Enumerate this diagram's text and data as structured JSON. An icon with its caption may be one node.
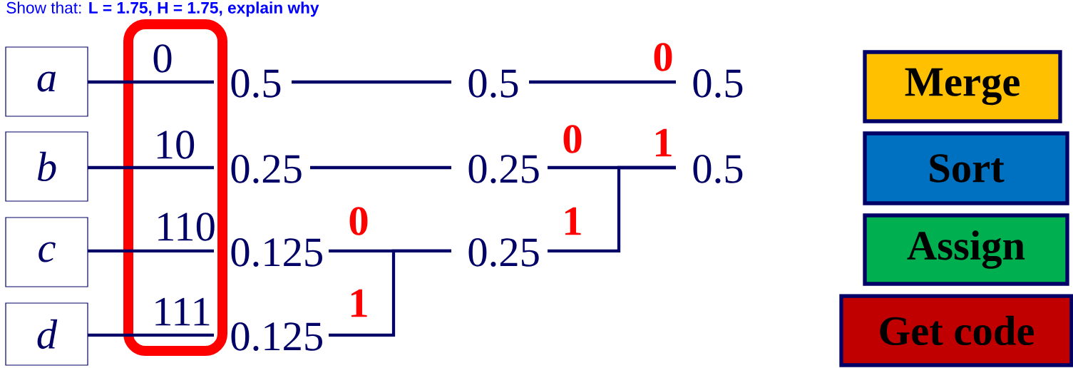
{
  "diagram": {
    "title": "Show that: **L = 1.75, H = 1.75, explain why**",
    "nodes": [
      {
        "text": [
          "a"
        ]
      },
      {
        "text": [
          "b"
        ]
      },
      {
        "text": [
          "c"
        ]
      },
      {
        "text": [
          "d"
        ]
      },
      {
        "text": [
          "0.5"
        ]
      },
      {
        "text": [
          "0.25"
        ]
      },
      {
        "text": [
          "0.125"
        ]
      },
      {
        "text": [
          "0.125"
        ]
      },
      {
        "text": [
          "0.5"
        ]
      },
      {
        "text": [
          "0.25"
        ]
      },
      {
        "text": [
          "0.25"
        ]
      },
      {
        "text": [
          "0.5"
        ]
      },
      {
        "text": [
          "0.5"
        ]
      },
      {
        "text": [
          "Merge"
        ]
      },
      {
        "text": [
          "Sort"
        ]
      },
      {
        "text": [
          "Assign"
        ]
      },
      {
        "text": [
          "Get code"
        ]
      }
    ],
    "edges": [
      {
        "from": 0,
        "to": 4,
        "arrow": "none",
        "label": "0"
      },
      {
        "from": 1,
        "to": 5,
        "arrow": "none",
        "label": "10"
      },
      {
        "from": 2,
        "to": 6,
        "arrow": "none",
        "label": "110"
      },
      {
        "from": 3,
        "to": 7,
        "arrow": "none",
        "label": "111"
      },
      {
        "from": 4,
        "to": 8,
        "arrow": "none"
      },
      {
        "from": 5,
        "to": 9,
        "arrow": "none"
      },
      {
        "from": 6,
        "to": 10,
        "arrow": "none",
        "label": "0"
      },
      {
        "from": 7,
        "to": 10,
        "arrow": "none",
        "label": "1"
      },
      {
        "from": 8,
        "to": 11,
        "arrow": "none",
        "label": "0"
      },
      {
        "from": 9,
        "to": 12,
        "arrow": "none",
        "label": "0"
      },
      {
        "from": 10,
        "to": 12,
        "arrow": "none",
        "label": "1"
      }
    ],
    "labels": [
      "1"
    ]
  }
}
